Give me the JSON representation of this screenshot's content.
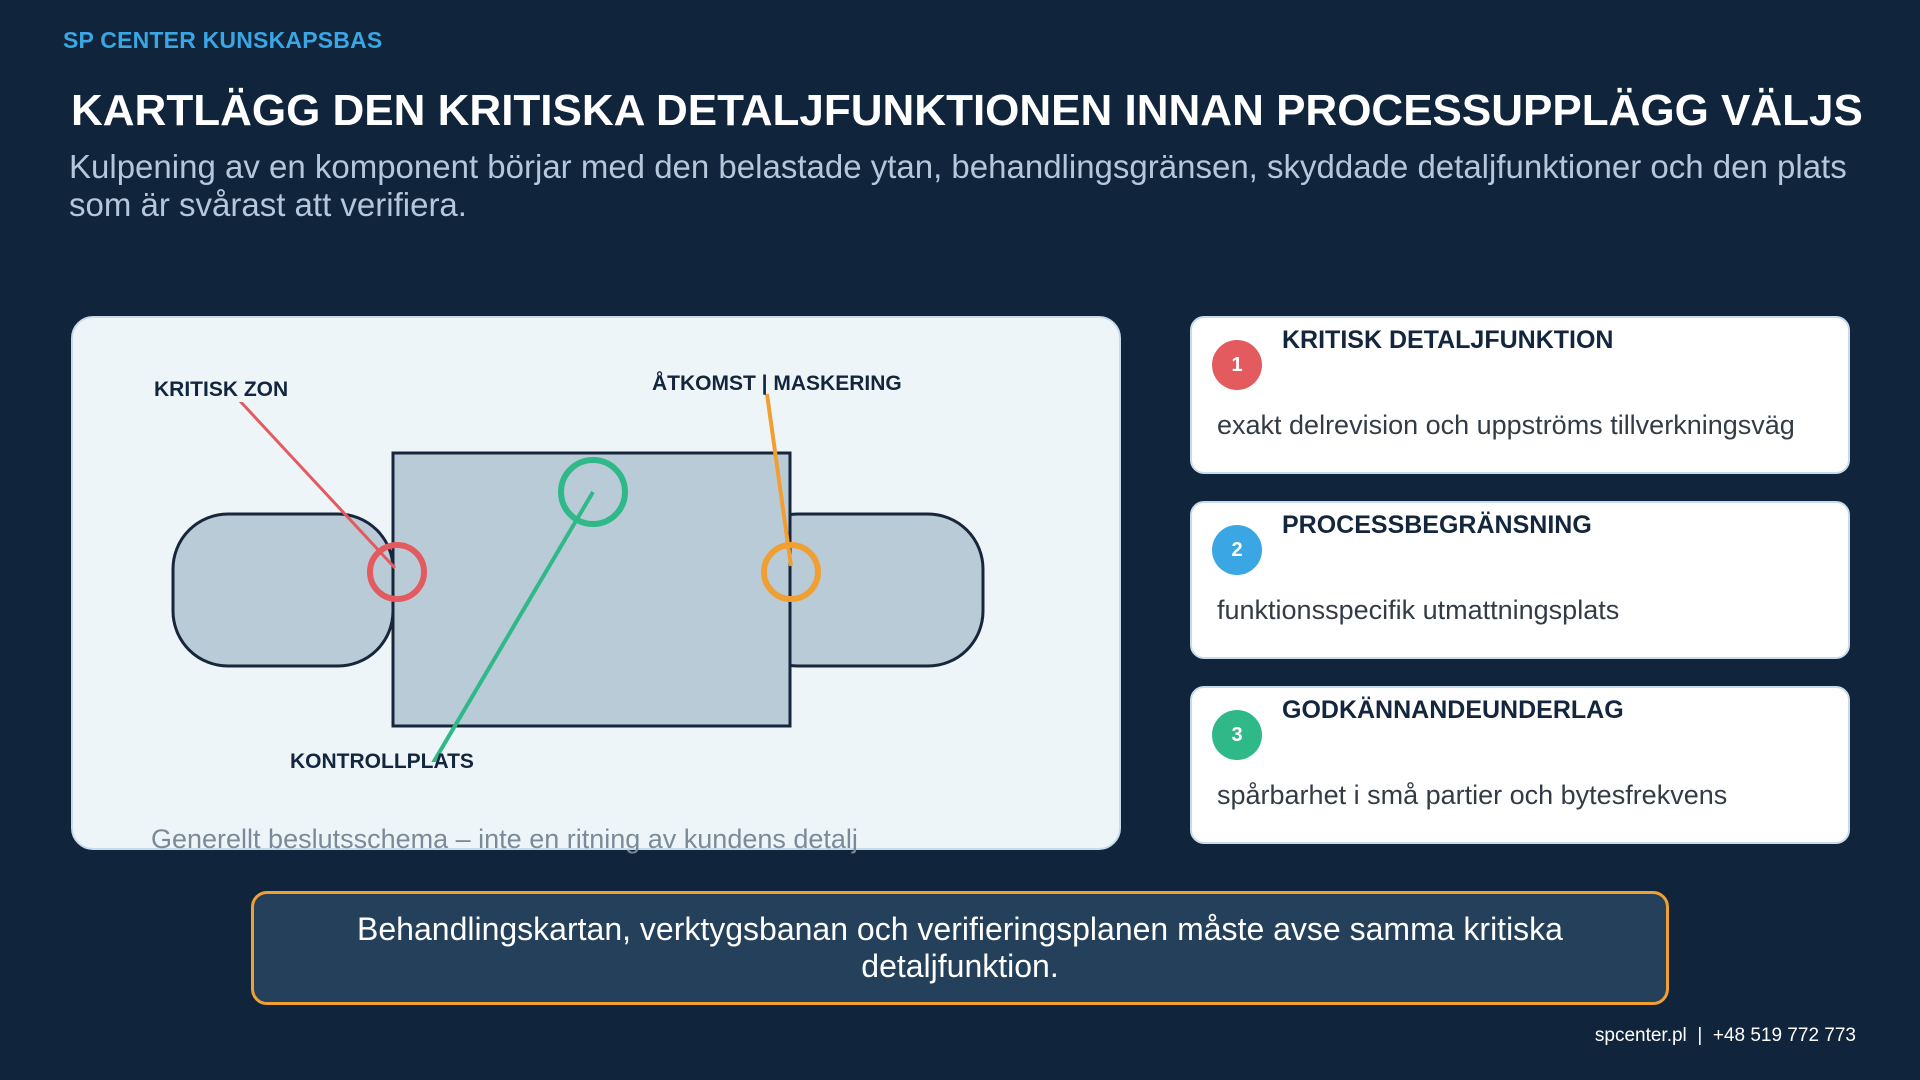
{
  "header": {
    "brand": "SP CENTER KUNSKAPSBAS",
    "title": "KARTLÄGG DEN KRITISKA DETALJFUNKTIONEN INNAN PROCESSUPPLÄGG VÄLJS",
    "subtitle": "Kulpening av en komponent börjar med den belastade ytan, behandlingsgränsen, skyddade detaljfunktioner och den plats som är svårast att verifiera."
  },
  "diagram": {
    "labels": {
      "critical_zone": "KRITISK ZON",
      "access_masking": "ÅTKOMST | MASKERING",
      "control_point": "KONTROLLPLATS"
    },
    "caption": "Generellt beslutsschema – inte en ritning av kundens detalj",
    "colors": {
      "critical": "#e35b5f",
      "access": "#f0a032",
      "control": "#2fb888",
      "part_fill": "#b9cbd6",
      "part_stroke": "#17263a"
    }
  },
  "cards": [
    {
      "num": "1",
      "title": "KRITISK DETALJFUNKTION",
      "desc": "exakt delrevision och uppströms tillverkningsväg",
      "color": "#e35b5f"
    },
    {
      "num": "2",
      "title": "PROCESSBEGRÄNSNING",
      "desc": "funktionsspecifik utmattningsplats",
      "color": "#3aa6e4"
    },
    {
      "num": "3",
      "title": "GODKÄNNANDEUNDERLAG",
      "desc": "spårbarhet i små partier och bytesfrekvens",
      "color": "#2fb888"
    }
  ],
  "callout": {
    "text": "Behandlingskartan, verktygsbanan och verifieringsplanen måste avse samma kritiska detaljfunktion."
  },
  "footer": {
    "contact": "spcenter.pl  |  +48 519 772 773"
  }
}
